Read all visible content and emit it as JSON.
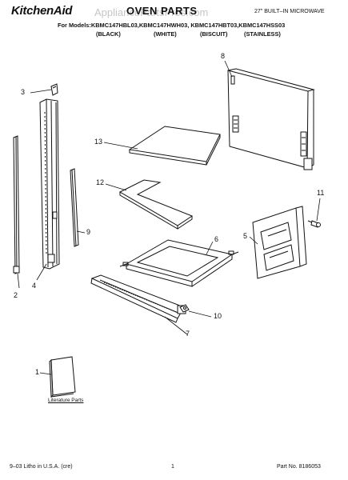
{
  "header": {
    "brand": "KitchenAid",
    "watermark": "AppliancePartsPros.com",
    "title": "OVEN PARTS",
    "subtitle": "27\" BUILT–IN MICROWAVE",
    "models_line": "For Models:KBMC147HBL03,KBMC147HWH03, KBMC147HBT03,KBMC147HSS03",
    "color_labels": [
      "(BLACK)",
      "(WHITE)",
      "(BISCUIT)",
      "(STAINLESS)"
    ]
  },
  "callouts": [
    "1",
    "2",
    "3",
    "4",
    "5",
    "6",
    "7",
    "8",
    "9",
    "10",
    "11",
    "12",
    "13"
  ],
  "literature_label": "Literature Parts",
  "footer": {
    "left": "9–03 Litho in U.S.A. (cre)",
    "page": "1",
    "part_no": "Part No. 8186053"
  }
}
